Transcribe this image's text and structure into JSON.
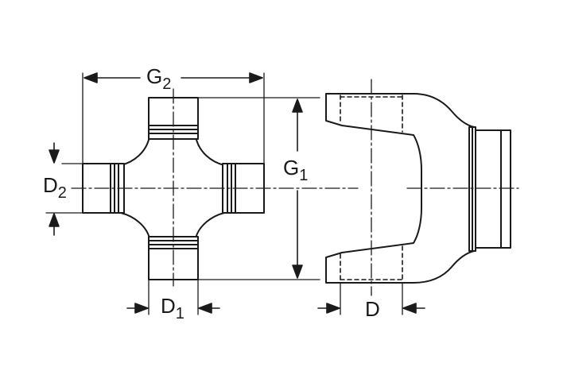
{
  "labels": {
    "g2": {
      "main": "G",
      "sub": "2"
    },
    "g1": {
      "main": "G",
      "sub": "1"
    },
    "d2": {
      "main": "D",
      "sub": "2"
    },
    "d1": {
      "main": "D",
      "sub": "1"
    },
    "d": {
      "main": "D"
    }
  },
  "colors": {
    "line": "#1a1a1a",
    "background": "#ffffff"
  }
}
